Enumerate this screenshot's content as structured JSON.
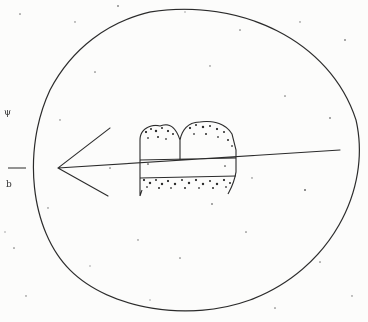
{
  "drawing": {
    "subject": "pencil-sketch-circle-with-arrow-and-specimen",
    "ink_color": "#2a2a2a",
    "paper_color": "#fcfcfb",
    "speckle_color": "#6b6b6b"
  },
  "margin_marks": {
    "top": "ψ",
    "bottom": "b"
  }
}
